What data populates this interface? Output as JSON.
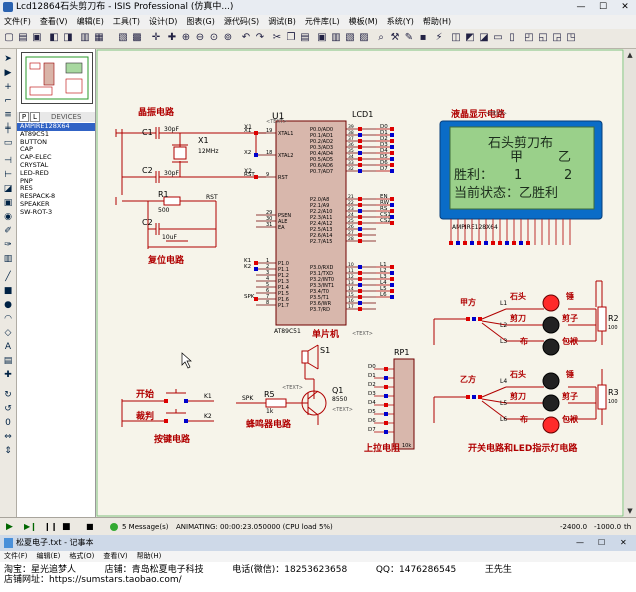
{
  "window": {
    "title": "Lcd12864石头剪刀布 - ISIS Professional (仿真中...)",
    "controls": [
      "—",
      "☐",
      "✕"
    ]
  },
  "menu": [
    "文件(F)",
    "查看(V)",
    "编辑(E)",
    "工具(T)",
    "设计(D)",
    "图表(G)",
    "源代码(S)",
    "调试(B)",
    "元件库(L)",
    "模板(M)",
    "系统(Y)",
    "帮助(H)"
  ],
  "panel": {
    "tab_p": "P",
    "tab_l": "L",
    "tab_devices": "DEVICES",
    "devices": [
      "AMPIRE128X64",
      "AT89C51",
      "BUTTON",
      "CAP",
      "CAP-ELEC",
      "CRYSTAL",
      "LED-RED",
      "PNP",
      "RES",
      "RESPACK-8",
      "SPEAKER",
      "SW-ROT-3"
    ],
    "selected_device": 0
  },
  "schematic": {
    "text_placeholder": "<TEXT>",
    "labels": {
      "crystal": "晶振电路",
      "reset": "复位电路",
      "mcu": "单片机",
      "lcd_circuit": "液晶显示电路",
      "player_a": "甲方",
      "player_b": "乙方",
      "shitou": "石头",
      "jiandao": "剪刀",
      "bu": "布",
      "chui": "锤",
      "jianzi": "剪子",
      "baobei": "包袱",
      "switch_circuit": "开关电路和LED指示灯电路",
      "buzzer": "蜂鸣器电路",
      "pullup": "上拉电阻",
      "key": "按键电路",
      "start": "开始",
      "judge": "裁判"
    },
    "components": {
      "u1": "U1",
      "u1_part": "AT89C51",
      "c1": "C1",
      "c1_val": "30pF",
      "c2": "C2",
      "c2_val": "30pF",
      "x1": "X1",
      "x1_val": "12MHz",
      "r1": "R1",
      "r1_val": "500",
      "c3": "C2",
      "c3_val": "10uF",
      "lcd": "LCD1",
      "lcd_part": "AMPIRE128X64",
      "r2": "R2",
      "r2_val": "100",
      "r3": "R3",
      "r3_val": "100",
      "s1": "S1",
      "q1": "Q1",
      "q1_val": "8550",
      "r5": "R5",
      "r5_val": "1k",
      "rp1": "RP1",
      "rp1_val": "10k"
    },
    "mcu_pins_left": [
      {
        "num": "19",
        "name": "XTAL1",
        "net": "X1"
      },
      {
        "num": "18",
        "name": "XTAL2",
        "net": "X2"
      },
      {
        "num": "9",
        "name": "RST",
        "net": "RST"
      },
      {
        "num": "29",
        "name": "PSEN",
        "net": ""
      },
      {
        "num": "30",
        "name": "ALE",
        "net": ""
      },
      {
        "num": "31",
        "name": "EA",
        "net": ""
      },
      {
        "num": "1",
        "name": "P1.0",
        "net": "K1"
      },
      {
        "num": "2",
        "name": "P1.1",
        "net": "K2"
      },
      {
        "num": "3",
        "name": "P1.2",
        "net": ""
      },
      {
        "num": "4",
        "name": "P1.3",
        "net": ""
      },
      {
        "num": "5",
        "name": "P1.4",
        "net": ""
      },
      {
        "num": "6",
        "name": "P1.5",
        "net": ""
      },
      {
        "num": "7",
        "name": "P1.6",
        "net": "SPK"
      },
      {
        "num": "8",
        "name": "P1.7",
        "net": ""
      }
    ],
    "mcu_pins_right": [
      {
        "name": "P0.0/AD0",
        "num": "39",
        "net": "D0"
      },
      {
        "name": "P0.1/AD1",
        "num": "38",
        "net": "D1"
      },
      {
        "name": "P0.2/AD2",
        "num": "37",
        "net": "D2"
      },
      {
        "name": "P0.3/AD3",
        "num": "36",
        "net": "D3"
      },
      {
        "name": "P0.4/AD4",
        "num": "35",
        "net": "D4"
      },
      {
        "name": "P0.5/AD5",
        "num": "34",
        "net": "D5"
      },
      {
        "name": "P0.6/AD6",
        "num": "33",
        "net": "D6"
      },
      {
        "name": "P0.7/AD7",
        "num": "32",
        "net": "D7"
      },
      {
        "name": "P2.0/A8",
        "num": "21",
        "net": "EN"
      },
      {
        "name": "P2.1/A9",
        "num": "22",
        "net": "RW"
      },
      {
        "name": "P2.2/A10",
        "num": "23",
        "net": "RS"
      },
      {
        "name": "P2.3/A11",
        "num": "24",
        "net": "CS1"
      },
      {
        "name": "P2.4/A12",
        "num": "25",
        "net": "CS2"
      },
      {
        "name": "P2.5/A13",
        "num": "26",
        "net": ""
      },
      {
        "name": "P2.6/A14",
        "num": "27",
        "net": ""
      },
      {
        "name": "P2.7/A15",
        "num": "28",
        "net": ""
      },
      {
        "name": "P3.0/RXD",
        "num": "10",
        "net": "L1"
      },
      {
        "name": "P3.1/TXD",
        "num": "11",
        "net": "L2"
      },
      {
        "name": "P3.2/INT0",
        "num": "12",
        "net": "L3"
      },
      {
        "name": "P3.3/INT1",
        "num": "13",
        "net": "L4"
      },
      {
        "name": "P3.4/T0",
        "num": "14",
        "net": "L5"
      },
      {
        "name": "P3.5/T1",
        "num": "15",
        "net": "L6"
      },
      {
        "name": "P3.6/WR",
        "num": "16",
        "net": ""
      },
      {
        "name": "P3.7/RD",
        "num": "17",
        "net": ""
      }
    ],
    "lcd_screen": {
      "line1": "石头剪刀布",
      "line2a": "甲",
      "line2b": "乙",
      "line3": "胜利：",
      "line3a": "1",
      "line3b": "2",
      "line4": "当前状态：乙胜利"
    },
    "rp1_pins": [
      "D0",
      "D1",
      "D2",
      "D3",
      "D4",
      "D5",
      "D6",
      "D7"
    ],
    "nets": {
      "k1": "K1",
      "k2": "K2",
      "spk": "SPK",
      "x1": "X1",
      "x2": "X2",
      "rst": "RST",
      "l1": "L1",
      "l2": "L2",
      "l3": "L3",
      "l4": "L4",
      "l5": "L5",
      "l6": "L6"
    }
  },
  "status": {
    "messages": "5 Message(s)",
    "animating": "ANIMATING: 00:00:23.050000 (CPU load 5%)",
    "coord_x": "-2400.0",
    "coord_y": "-1000.0",
    "unit": "th"
  },
  "notepad": {
    "title": "松夏电子.txt - 记事本",
    "menu": [
      "文件(F)",
      "编辑(E)",
      "格式(O)",
      "查看(V)",
      "帮助(H)"
    ],
    "line1": "淘宝：星光追梦人          店铺：青岛松夏电子科技          电话(微信)：18253623658          QQ：1476286545          王先生",
    "line2": "店铺网址：https://sumstars.taobao.com/"
  }
}
